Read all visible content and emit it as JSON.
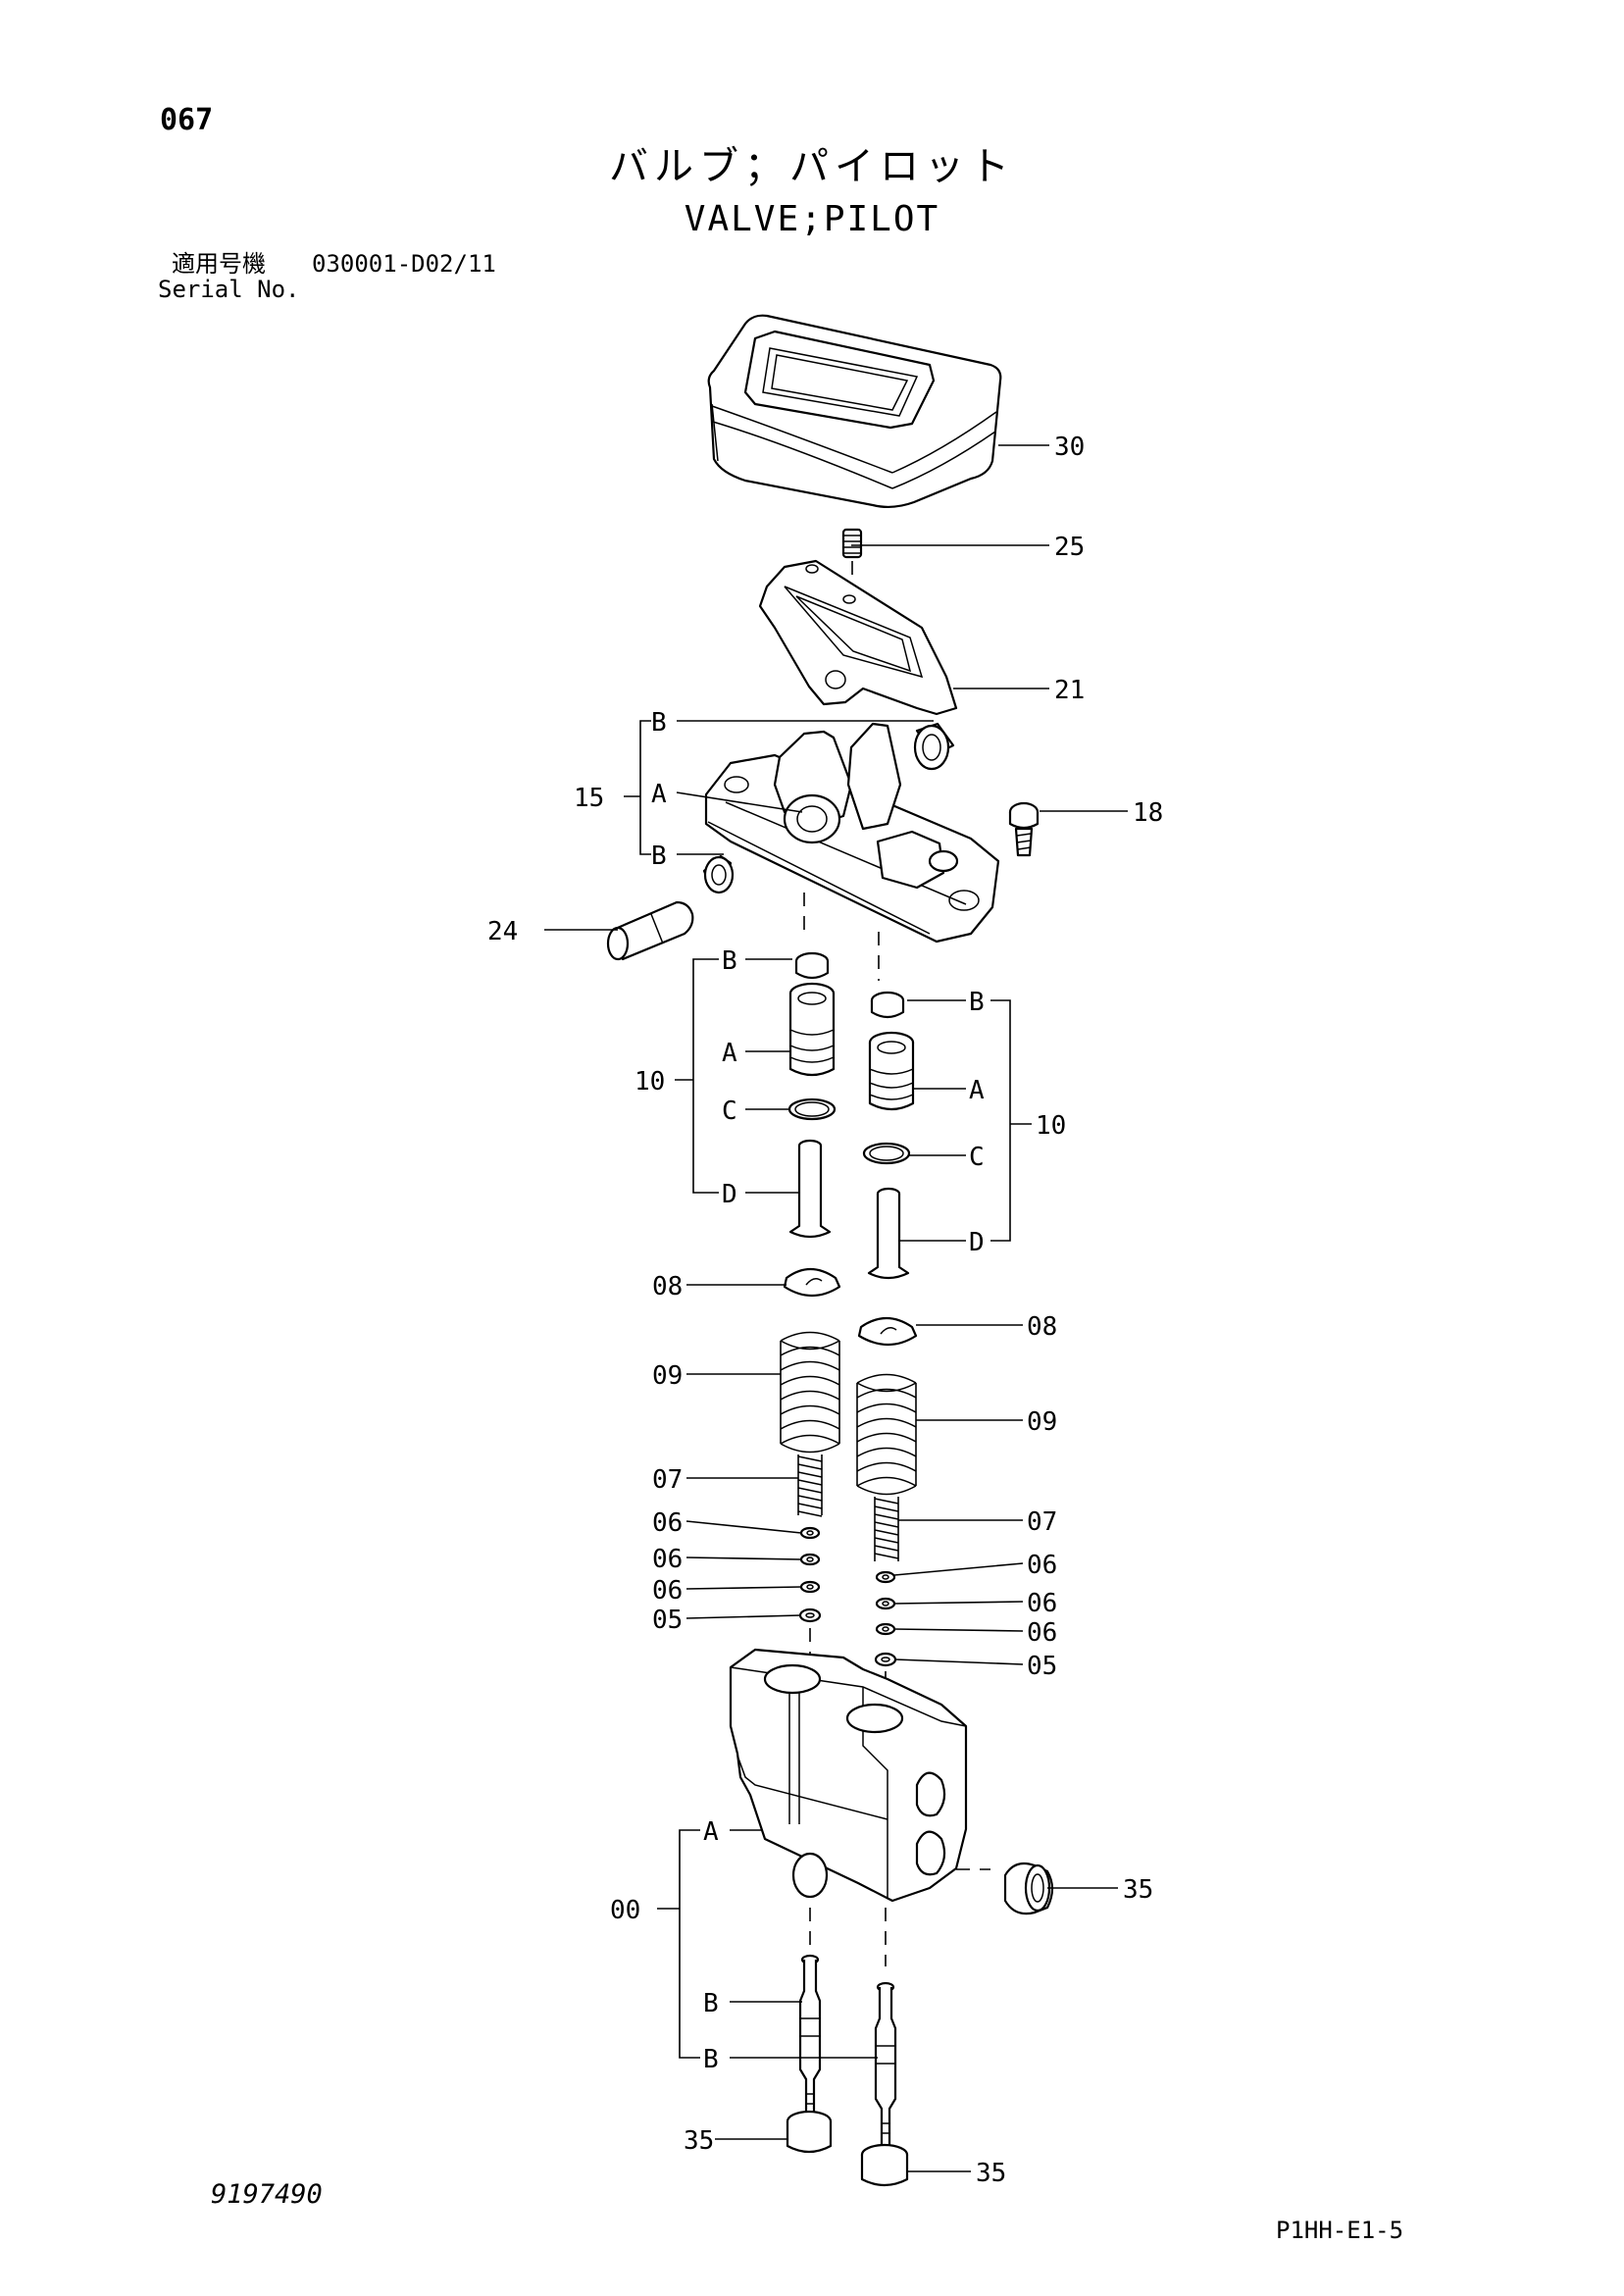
{
  "header": {
    "page_number": "067",
    "title_jp": "バルブ；パイロット",
    "title_en": "VALVE;PILOT",
    "serial_label_jp": "適用号機",
    "serial_value": "030001-D02/11",
    "serial_label_en": "Serial No."
  },
  "callouts": {
    "c30": "30",
    "c25": "25",
    "c21": "21",
    "c15": "15",
    "c15B1": "B",
    "c15A": "A",
    "c15B2": "B",
    "c18": "18",
    "c24": "24",
    "c10L": "10",
    "c10LB": "B",
    "c10LA": "A",
    "c10LC": "C",
    "c10LD": "D",
    "c10R": "10",
    "c10RB": "B",
    "c10RA": "A",
    "c10RC": "C",
    "c10RD": "D",
    "c08L": "08",
    "c08R": "08",
    "c09L": "09",
    "c09R": "09",
    "c07L": "07",
    "c07R": "07",
    "c06L1": "06",
    "c06L2": "06",
    "c06L3": "06",
    "c06R1": "06",
    "c06R2": "06",
    "c06R3": "06",
    "c05L": "05",
    "c05R": "05",
    "c00": "00",
    "c00A": "A",
    "c00B1": "B",
    "c00B2": "B",
    "c35a": "35",
    "c35b": "35",
    "c35c": "35"
  },
  "footer": {
    "drawing_number": "9197490",
    "catalog_code": "P1HH-E1-5"
  }
}
